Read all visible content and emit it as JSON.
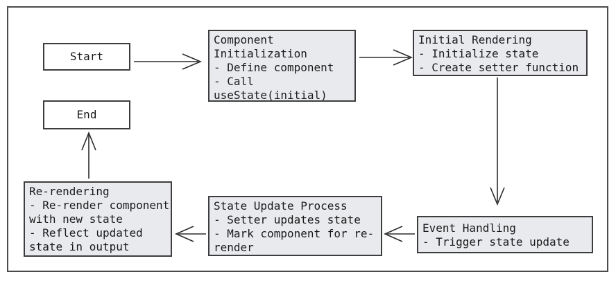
{
  "diagram": {
    "nodes": {
      "start": {
        "label": "Start"
      },
      "component_initialization": {
        "text": "Component\nInitialization\n- Define component\n- Call\nuseState(initial)"
      },
      "initial_rendering": {
        "text": "Initial Rendering\n- Initialize state\n- Create setter function"
      },
      "event_handling": {
        "text": "Event Handling\n- Trigger state update"
      },
      "state_update_process": {
        "text": "State Update Process\n- Setter updates state\n- Mark component for re-\nrender"
      },
      "re_rendering": {
        "text": "Re-rendering\n- Re-render component\nwith new state\n- Reflect updated\nstate in output"
      },
      "end": {
        "label": "End"
      }
    },
    "edges": [
      {
        "from": "start",
        "to": "component_initialization"
      },
      {
        "from": "component_initialization",
        "to": "initial_rendering"
      },
      {
        "from": "initial_rendering",
        "to": "event_handling"
      },
      {
        "from": "event_handling",
        "to": "state_update_process"
      },
      {
        "from": "state_update_process",
        "to": "re_rendering"
      },
      {
        "from": "re_rendering",
        "to": "end"
      }
    ]
  },
  "colors": {
    "background": "#ffffff",
    "outer_border": "#4a4a4a",
    "node_border": "#3d3d3d",
    "node_fill": "#e8eaed",
    "terminal_fill": "#ffffff",
    "arrow": "#2b2b2b",
    "text": "#1a1a1a"
  }
}
